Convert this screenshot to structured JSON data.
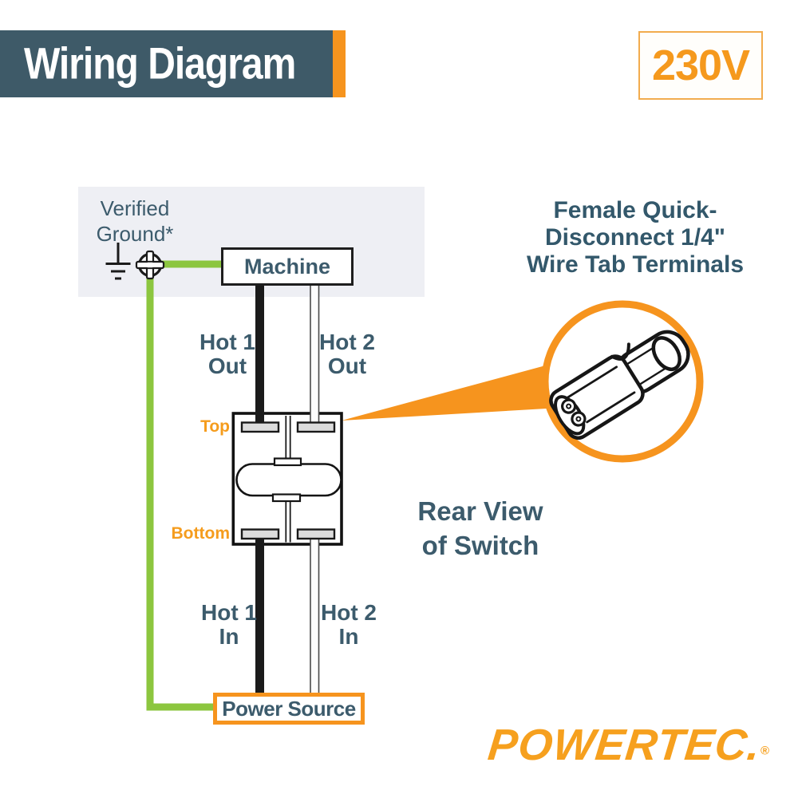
{
  "header": {
    "title": "Wiring Diagram",
    "voltage": "230V"
  },
  "ground": {
    "label_line1": "Verified",
    "label_line2": "Ground*"
  },
  "boxes": {
    "machine": "Machine",
    "power_source": "Power Source"
  },
  "wire_labels": {
    "hot1_out_line1": "Hot 1",
    "hot1_out_line2": "Out",
    "hot2_out_line1": "Hot 2",
    "hot2_out_line2": "Out",
    "hot1_in_line1": "Hot 1",
    "hot1_in_line2": "In",
    "hot2_in_line1": "Hot 2",
    "hot2_in_line2": "In"
  },
  "switch": {
    "top_label": "Top",
    "bottom_label": "Bottom",
    "rear_view_line1": "Rear View",
    "rear_view_line2": "of Switch"
  },
  "callout": {
    "line1": "Female Quick-",
    "line2": "Disconnect 1/4\"",
    "line3": "Wire Tab Terminals"
  },
  "brand": {
    "name": "POWERTEC.",
    "registered": "®"
  },
  "icons": {
    "ground_symbol": "earth-ground-icon",
    "screw_head": "phillips-screw-icon",
    "terminal_art": "female-quick-disconnect-icon"
  },
  "colors": {
    "banner_bg": "#3E5A68",
    "accent_orange": "#F6941E",
    "text_slate": "#3C5B6C",
    "wire_green": "#8CC63F",
    "wire_black": "#1B1B1B",
    "panel_gray": "#EEEFF4",
    "terminal_gray": "#DCDCDC"
  }
}
